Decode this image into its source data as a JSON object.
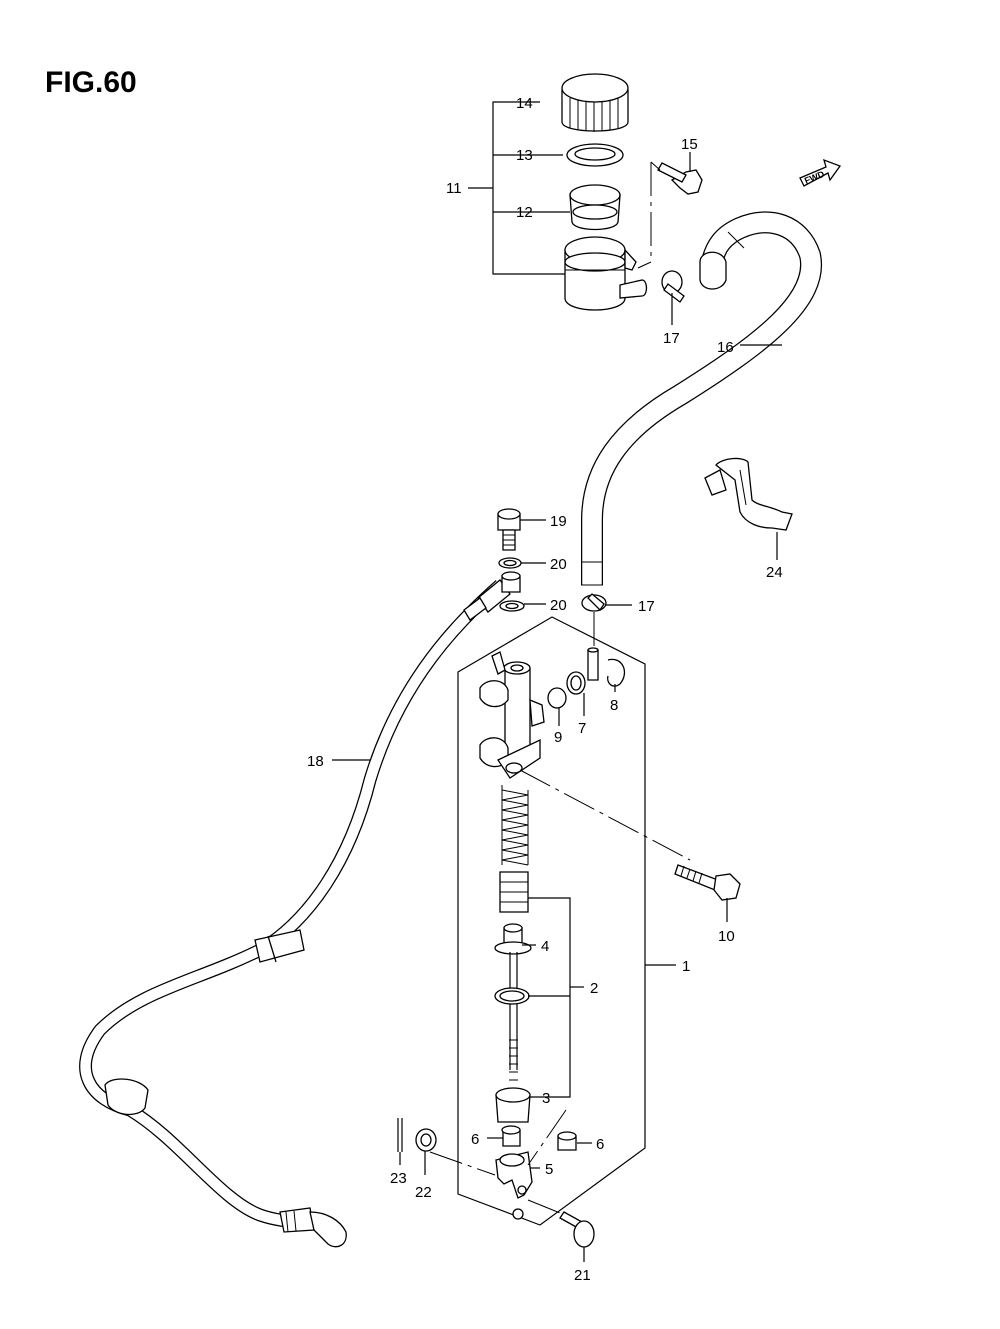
{
  "figure": {
    "title": "FIG.60",
    "fwd_label": "FWD"
  },
  "callouts": {
    "c1": "1",
    "c2": "2",
    "c3": "3",
    "c4": "4",
    "c5": "5",
    "c6a": "6",
    "c6b": "6",
    "c7": "7",
    "c8": "8",
    "c9": "9",
    "c10": "10",
    "c11": "11",
    "c12": "12",
    "c13": "13",
    "c14": "14",
    "c15": "15",
    "c16": "16",
    "c17a": "17",
    "c17b": "17",
    "c18": "18",
    "c19": "19",
    "c20a": "20",
    "c20b": "20",
    "c21": "21",
    "c22": "22",
    "c23": "23",
    "c24": "24"
  }
}
